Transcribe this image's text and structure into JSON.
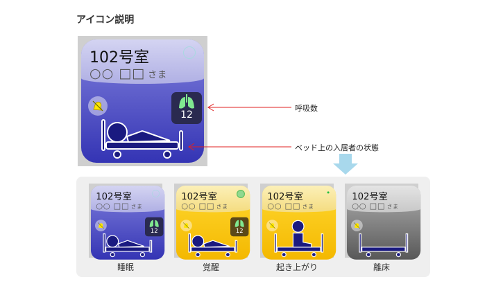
{
  "title": "アイコン説明",
  "card": {
    "room": "102号室",
    "name": "○○ □□",
    "honorific": "さま",
    "breath_rate": "12"
  },
  "annotations": {
    "breathing": "呼吸数",
    "bed_state": "ベッド上の入居者の状態"
  },
  "states": [
    {
      "label": "睡眠"
    },
    {
      "label": "覚醒"
    },
    {
      "label": "起き上がり"
    },
    {
      "label": "離床"
    }
  ],
  "colors": {
    "arrow": "#e02020",
    "down_arrow": "#a8d8ec",
    "lung": "#80e890"
  }
}
